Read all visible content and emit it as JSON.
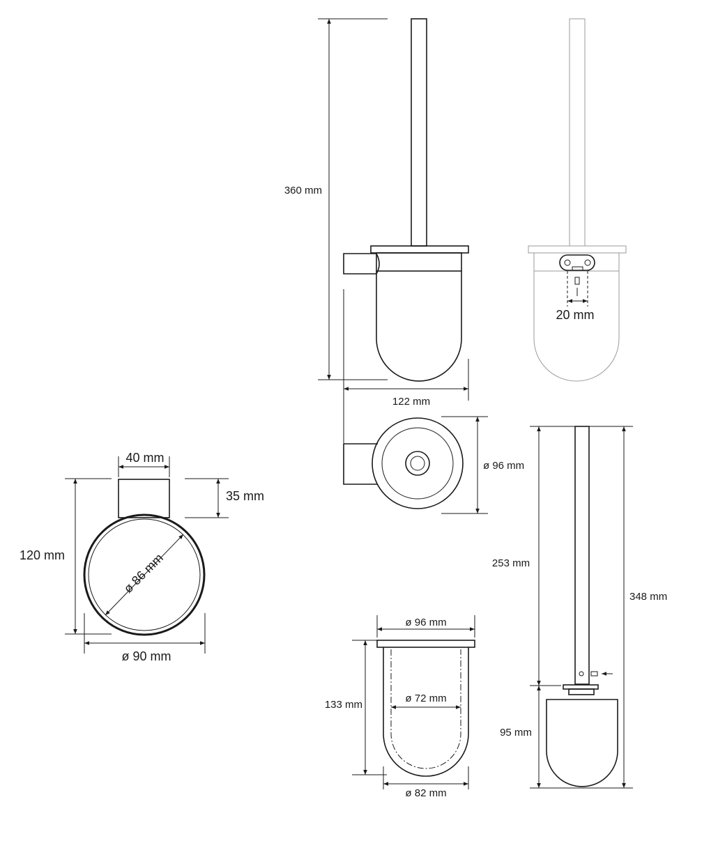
{
  "dimensions": {
    "height_total": "360 mm",
    "depth_total": "122 mm",
    "cup_diameter_top": "ø 96 mm",
    "screw_spacing": "20 mm",
    "bracket_width": "40 mm",
    "bracket_depth": "35 mm",
    "wall_to_front": "120 mm",
    "inner_diameter": "ø 86 mm",
    "outer_diameter": "ø 90 mm",
    "cup_rim_diameter": "ø 96 mm",
    "cup_height": "133 mm",
    "cup_inner_diameter": "ø 72 mm",
    "cup_bottom_diameter": "ø 82 mm",
    "handle_length": "253 mm",
    "brush_total": "348 mm",
    "brush_head": "95 mm"
  },
  "colors": {
    "line": "#1a1a1a",
    "faint": "#9a9a9a",
    "background": "#ffffff"
  }
}
